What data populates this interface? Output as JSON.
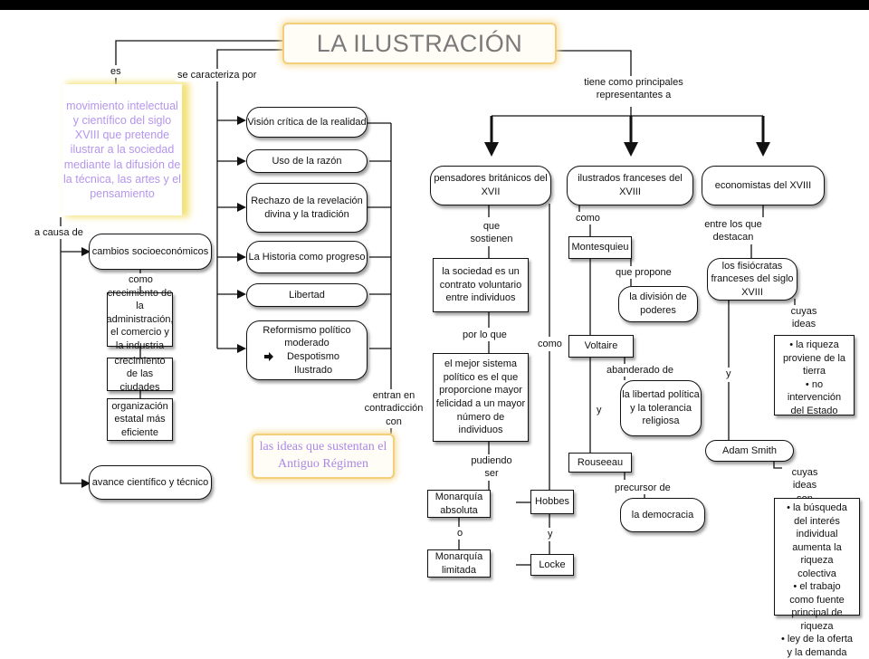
{
  "title": "LA ILUSTRACIÓN",
  "left": {
    "es_label": "es",
    "definition": "movimiento intelectual y científico del siglo XVIII que pretende ilustrar a la sociedad mediante la difusión de la técnica, las artes y el pensamiento",
    "causa_label": "a causa de",
    "cambios": "cambios socioeconómicos",
    "como_label": "como",
    "causes": [
      "crecimiento de la administración, el comercio y la industria",
      "crecimiento de las ciudades",
      "organización estatal más eficiente"
    ],
    "avance": "avance científico y técnico"
  },
  "characteristics": {
    "label": "se caracteriza por",
    "items": [
      "Visión crítica de la realidad",
      "Uso de la razón",
      "Rechazo de la revelación divina y la tradición",
      "La Historia como progreso",
      "Libertad"
    ],
    "reform_line1": "Reformismo político moderado",
    "reform_line2": "Despotismo Ilustrado",
    "contradiction_label": "entran en contradicción con",
    "antiguo": "las ideas que sustentan el Antiguo Régimen"
  },
  "representatives": {
    "label": "tiene como principales representantes a",
    "britanicos": "pensadores británicos del XVII",
    "franceses": "ilustrados franceses del XVIII",
    "economistas": "economistas del XVIII"
  },
  "britanicos": {
    "sostienen_label": "que sostienen",
    "contrato": "la sociedad es un contrato voluntario entre individuos",
    "porloque_label": "por lo que",
    "sistema": "el mejor sistema político es el que proporcione mayor felicidad a un mayor número de individuos",
    "pudiendo_label": "pudiendo ser",
    "absoluta": "Monarquía absoluta",
    "o_label": "o",
    "limitada": "Monarquía limitada",
    "como_label": "como",
    "hobbes": "Hobbes",
    "y_label": "y",
    "locke": "Locke"
  },
  "franceses": {
    "como_label": "como",
    "montesquieu": "Montesquieu",
    "propone_label": "que propone",
    "division": "la división de poderes",
    "voltaire": "Voltaire",
    "abanderado_label": "abanderado de",
    "libertad": "la libertad política y la tolerancia religiosa",
    "y_label": "y",
    "rouseeau": "Rouseeau",
    "precursor_label": "precursor de",
    "democracia": "la democracia"
  },
  "economistas": {
    "destacan_label": "entre los que destacan",
    "fisiocratas": "los fisiócratas franceses del siglo XVIII",
    "ideas_label1": "cuyas ideas son",
    "fisio_ideas": [
      "• la riqueza proviene de la tierra",
      "• no intervención del Estado"
    ],
    "y_label": "y",
    "smith": "Adam Smith",
    "ideas_label2": "cuyas ideas son",
    "smith_ideas": [
      "• la búsqueda del interés individual aumenta la riqueza colectiva",
      "• el trabajo como fuente principal de riqueza",
      "• ley de la oferta y la demanda"
    ]
  }
}
